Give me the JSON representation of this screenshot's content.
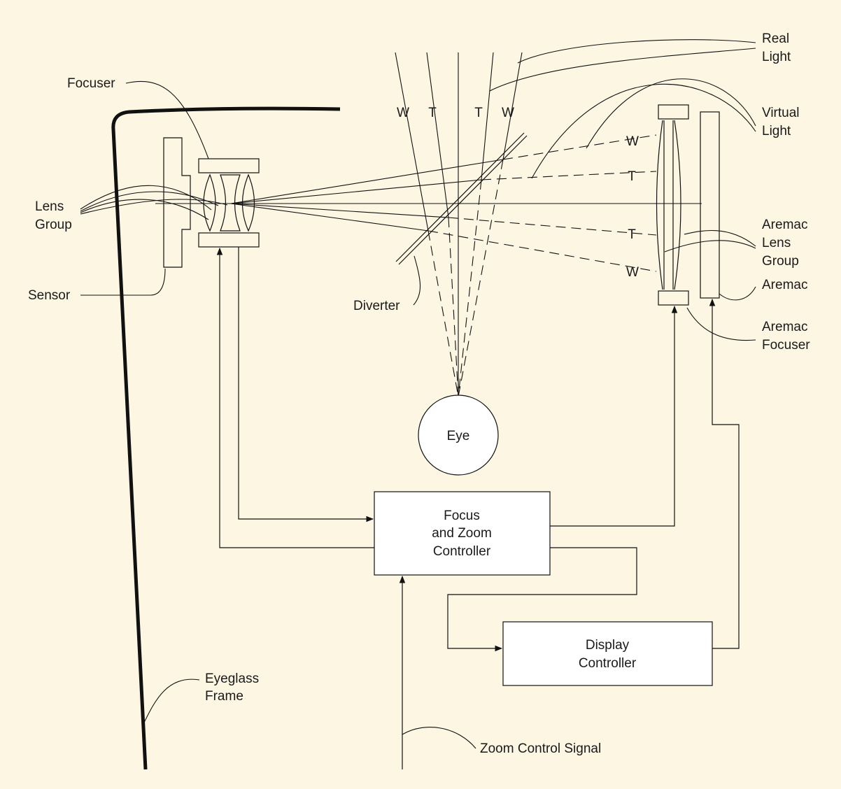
{
  "colors": {
    "background": "#fdf6e3",
    "ink": "#111111",
    "box_fill": "#ffffff"
  },
  "labels": {
    "focuser": "Focuser",
    "lens_group": [
      "Lens",
      "Group"
    ],
    "sensor": "Sensor",
    "real_light": [
      "Real",
      "Light"
    ],
    "virtual_light": [
      "Virtual",
      "Light"
    ],
    "aremac_lens_group": [
      "Aremac",
      "Lens",
      "Group"
    ],
    "aremac": "Aremac",
    "aremac_focuser": [
      "Aremac",
      "Focuser"
    ],
    "diverter": "Diverter",
    "eye": "Eye",
    "eyeglass_frame": [
      "Eyeglass",
      "Frame"
    ],
    "zoom_control_signal": "Zoom Control Signal",
    "ray_marks": {
      "wide": "W",
      "tele": "T"
    }
  },
  "boxes": {
    "focus_zoom_controller": [
      "Focus",
      "and Zoom",
      "Controller"
    ],
    "display_controller": [
      "Display",
      "Controller"
    ]
  }
}
